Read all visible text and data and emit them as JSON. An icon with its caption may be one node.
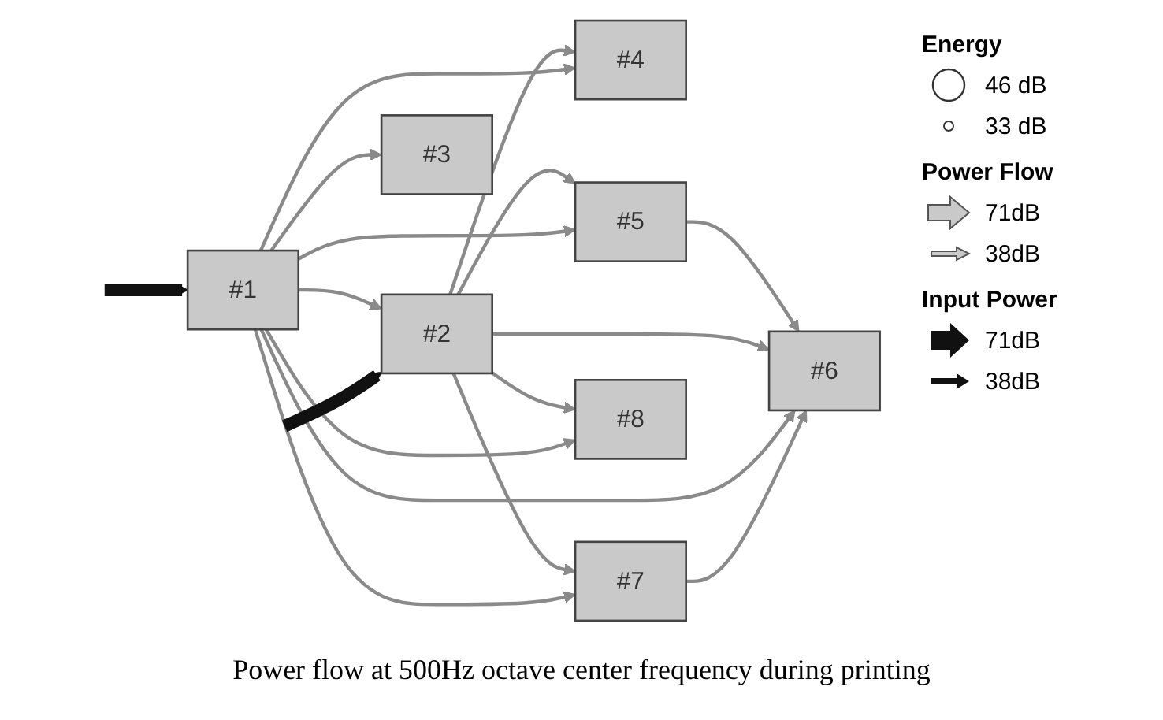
{
  "diagram": {
    "caption": "Power flow at 500Hz octave center frequency during printing",
    "nodes": [
      {
        "text": [
          "#2"
        ]
      },
      {
        "text": [
          "#4"
        ]
      },
      {
        "text": [
          "#5"
        ]
      },
      {
        "text": [
          "#6"
        ]
      },
      {
        "text": [
          "#7"
        ]
      },
      {
        "text": [
          "#8"
        ]
      },
      {
        "text": [
          "#1"
        ]
      },
      {
        "text": [
          "#3"
        ]
      }
    ],
    "edges": [
      {
        "from": 6,
        "to": 0,
        "arrow": "to"
      },
      {
        "from": 0,
        "to": 1,
        "arrow": "to"
      },
      {
        "from": 6,
        "to": 1,
        "arrow": "to"
      },
      {
        "from": 0,
        "to": 2,
        "arrow": "to"
      },
      {
        "from": 6,
        "to": 2,
        "arrow": "to"
      },
      {
        "from": 2,
        "to": 3,
        "arrow": "to"
      },
      {
        "from": 0,
        "to": 3,
        "arrow": "to"
      },
      {
        "from": 6,
        "to": 3,
        "arrow": "to"
      },
      {
        "from": 4,
        "to": 3,
        "arrow": "to"
      },
      {
        "from": 0,
        "to": 4,
        "arrow": "to"
      },
      {
        "from": 6,
        "to": 4,
        "arrow": "to"
      },
      {
        "from": 0,
        "to": 5,
        "arrow": "to"
      },
      {
        "from": 6,
        "to": 5,
        "arrow": "to"
      },
      {
        "from": 6,
        "to": 7,
        "arrow": "to"
      },
      {
        "from": null,
        "to": 0,
        "arrow": "to",
        "style": "thick",
        "color": "#111111"
      },
      {
        "from": null,
        "to": 6,
        "arrow": "to",
        "style": "thick",
        "color": "#111111"
      }
    ],
    "labels": [
      "Energy",
      "Power Flow",
      "Input Power"
    ],
    "legend": [
      {
        "text": "46 dB"
      },
      {
        "text": "33 dB"
      },
      {
        "text": "71dB"
      },
      {
        "text": "38dB"
      },
      {
        "text": "71dB"
      },
      {
        "text": "38dB"
      }
    ]
  }
}
